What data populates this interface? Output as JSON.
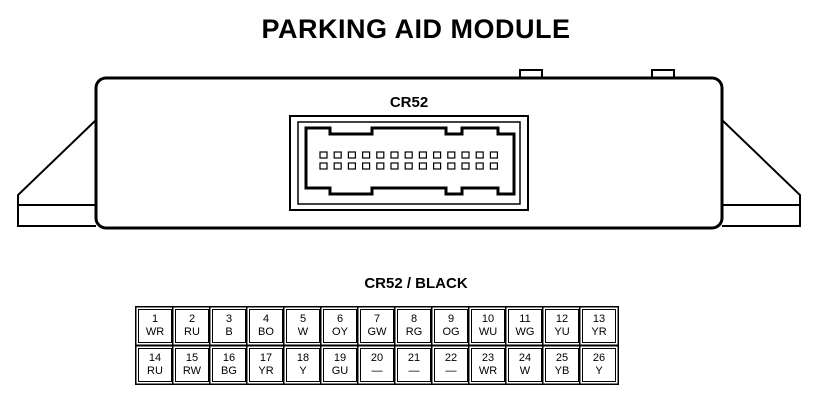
{
  "title": "PARKING AID MODULE",
  "connector": {
    "id": "CR52",
    "label": "CR52 / BLACK"
  },
  "pins_row1": [
    {
      "num": "1",
      "code": "WR"
    },
    {
      "num": "2",
      "code": "RU"
    },
    {
      "num": "3",
      "code": "B"
    },
    {
      "num": "4",
      "code": "BO"
    },
    {
      "num": "5",
      "code": "W"
    },
    {
      "num": "6",
      "code": "OY"
    },
    {
      "num": "7",
      "code": "GW"
    },
    {
      "num": "8",
      "code": "RG"
    },
    {
      "num": "9",
      "code": "OG"
    },
    {
      "num": "10",
      "code": "WU"
    },
    {
      "num": "11",
      "code": "WG"
    },
    {
      "num": "12",
      "code": "YU"
    },
    {
      "num": "13",
      "code": "YR"
    }
  ],
  "pins_row2": [
    {
      "num": "14",
      "code": "RU"
    },
    {
      "num": "15",
      "code": "RW"
    },
    {
      "num": "16",
      "code": "BG"
    },
    {
      "num": "17",
      "code": "YR"
    },
    {
      "num": "18",
      "code": "Y"
    },
    {
      "num": "19",
      "code": "GU"
    },
    {
      "num": "20",
      "code": "—"
    },
    {
      "num": "21",
      "code": "—"
    },
    {
      "num": "22",
      "code": "—"
    },
    {
      "num": "23",
      "code": "WR"
    },
    {
      "num": "24",
      "code": "W"
    },
    {
      "num": "25",
      "code": "YB"
    },
    {
      "num": "26",
      "code": "Y"
    }
  ]
}
